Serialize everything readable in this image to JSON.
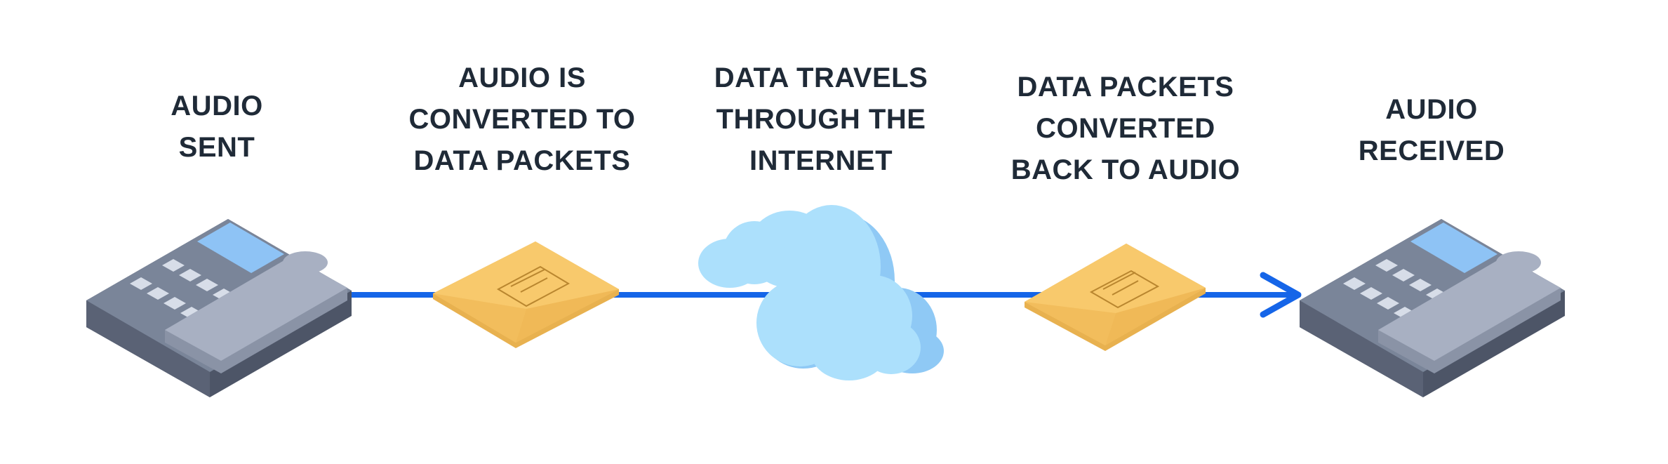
{
  "steps": [
    {
      "lines": [
        "AUDIO",
        "SENT"
      ]
    },
    {
      "lines": [
        "AUDIO IS",
        "CONVERTED TO",
        "DATA PACKETS"
      ]
    },
    {
      "lines": [
        "DATA TRAVELS",
        "THROUGH THE",
        "INTERNET"
      ]
    },
    {
      "lines": [
        "DATA PACKETS",
        "CONVERTED",
        "BACK TO AUDIO"
      ]
    },
    {
      "lines": [
        "AUDIO",
        "RECEIVED"
      ]
    }
  ],
  "icons": [
    "phone-sender-icon",
    "envelope-packet-icon",
    "cloud-internet-icon",
    "envelope-packet-icon",
    "phone-receiver-icon"
  ],
  "colors": {
    "text": "#1f2a37",
    "line": "#1565e8",
    "phone_top": "#7a8599",
    "phone_side": "#4d5567",
    "handset": "#a8b0c2",
    "screen": "#8ec3f5",
    "keys": "#d7dde8",
    "envelope": "#f8c96c",
    "cloud": "#ace0fc"
  }
}
